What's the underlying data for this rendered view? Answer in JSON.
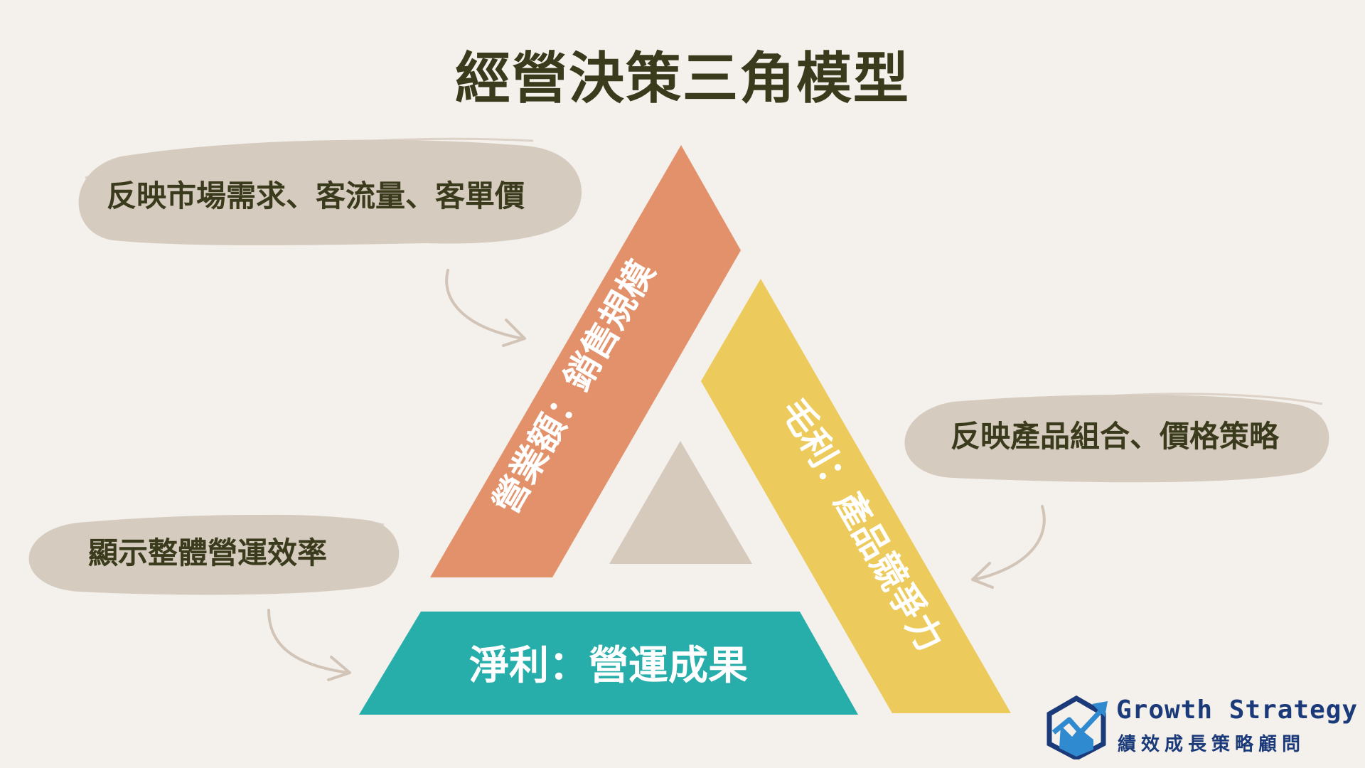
{
  "title": "經營決策三角模型",
  "sides": {
    "left": {
      "label": "營業額：銷售規模",
      "color": "#e3916a"
    },
    "right": {
      "label": "毛利：產品競爭力",
      "color": "#eccb5c"
    },
    "bottom": {
      "label": "淨利：營運成果",
      "color": "#27aeab"
    },
    "center_color": "#d6cabd"
  },
  "callouts": [
    {
      "text": "反映市場需求、客流量、客單價"
    },
    {
      "text": "反映產品組合、價格策略"
    },
    {
      "text": "顯示整體營運效率"
    }
  ],
  "callout_bg": "#d6cbbf",
  "logo": {
    "name": "Growth Strategy",
    "subtitle": "績效成長策略顧問",
    "color": "#1b3a7a",
    "icon": "growth-chart-hexagon-icon"
  }
}
